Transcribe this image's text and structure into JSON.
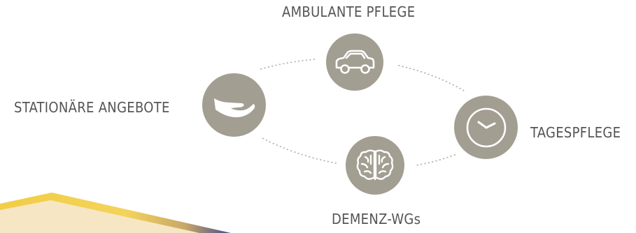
{
  "services": {
    "ambulant": {
      "label": "AMBULANTE PFLEGE",
      "icon": "car-icon"
    },
    "stationaer": {
      "label": "STATIONÄRE ANGEBOTE",
      "icon": "hand-icon"
    },
    "tagespflege": {
      "label": "TAGESPFLEGE",
      "icon": "clock-icon"
    },
    "demenz": {
      "label": "DEMENZ-WGs",
      "icon": "brain-icon"
    }
  },
  "colors": {
    "circle": "#a39e92",
    "icon": "#ffffff",
    "label": "#555555",
    "dots": "#b5b0a5",
    "accent_yellow": "#f2cf4a",
    "accent_cream": "#f6e6c4",
    "accent_purple": "#4a4a8a"
  }
}
